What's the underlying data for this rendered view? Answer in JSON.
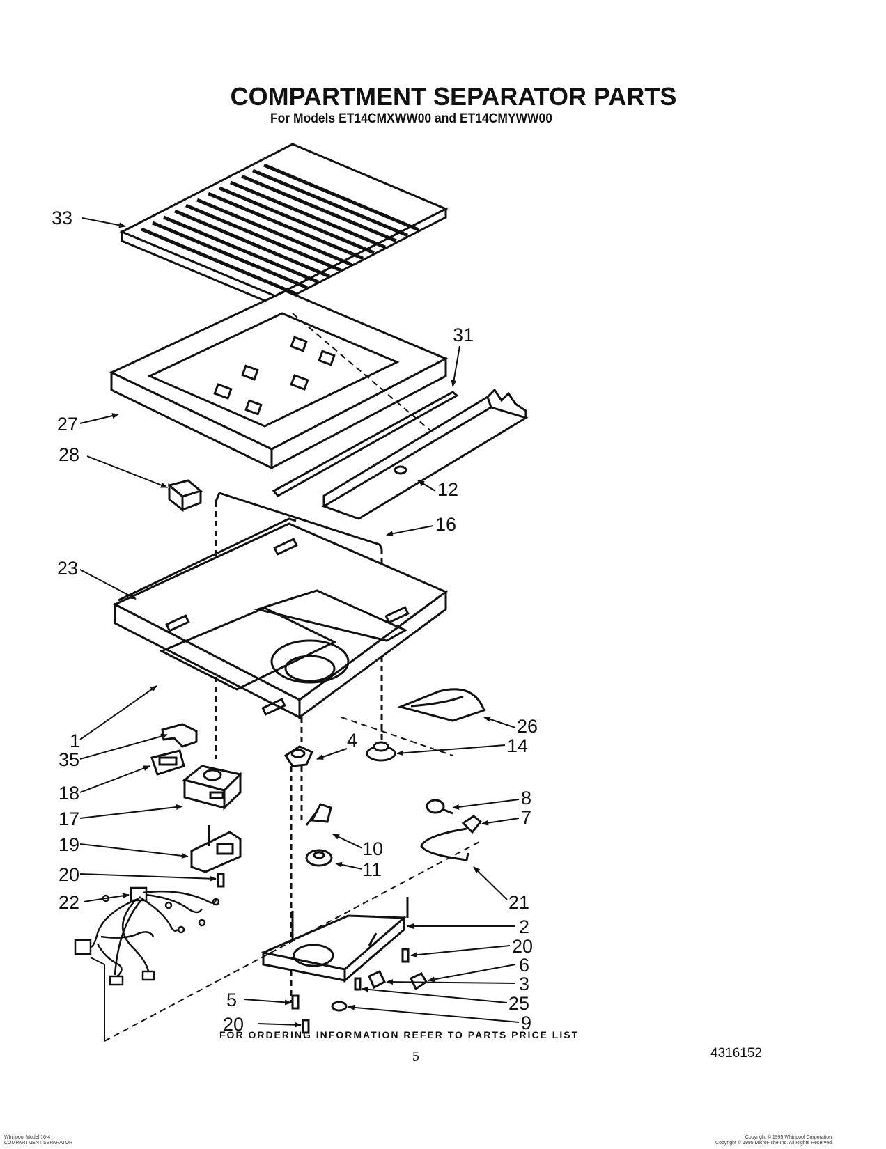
{
  "title": "COMPARTMENT SEPARATOR PARTS",
  "subtitle": "For Models ET14CMXWW00 and ET14CMYWW00",
  "ordering_note": "FOR ORDERING INFORMATION REFER TO PARTS PRICE LIST",
  "page_number": "5",
  "document_number": "4316152",
  "footer_left": [
    "Whirlpool Model 16-4",
    "COMPARTMENT SEPARATOR"
  ],
  "footer_right": [
    "Copyright © 1995 Whirlpool Corporation.",
    "Copyright © 1995 MicroFiche Inc. All Rights Reserved."
  ],
  "callouts": [
    {
      "label": "33"
    },
    {
      "label": "31"
    },
    {
      "label": "27"
    },
    {
      "label": "28"
    },
    {
      "label": "12"
    },
    {
      "label": "16"
    },
    {
      "label": "23"
    },
    {
      "label": "1"
    },
    {
      "label": "26"
    },
    {
      "label": "35"
    },
    {
      "label": "14"
    },
    {
      "label": "4"
    },
    {
      "label": "18"
    },
    {
      "label": "8"
    },
    {
      "label": "7"
    },
    {
      "label": "17"
    },
    {
      "label": "19"
    },
    {
      "label": "10"
    },
    {
      "label": "11"
    },
    {
      "label": "20"
    },
    {
      "label": "21"
    },
    {
      "label": "22"
    },
    {
      "label": "2"
    },
    {
      "label": "20"
    },
    {
      "label": "6"
    },
    {
      "label": "3"
    },
    {
      "label": "5"
    },
    {
      "label": "25"
    },
    {
      "label": "20"
    },
    {
      "label": "9"
    }
  ]
}
